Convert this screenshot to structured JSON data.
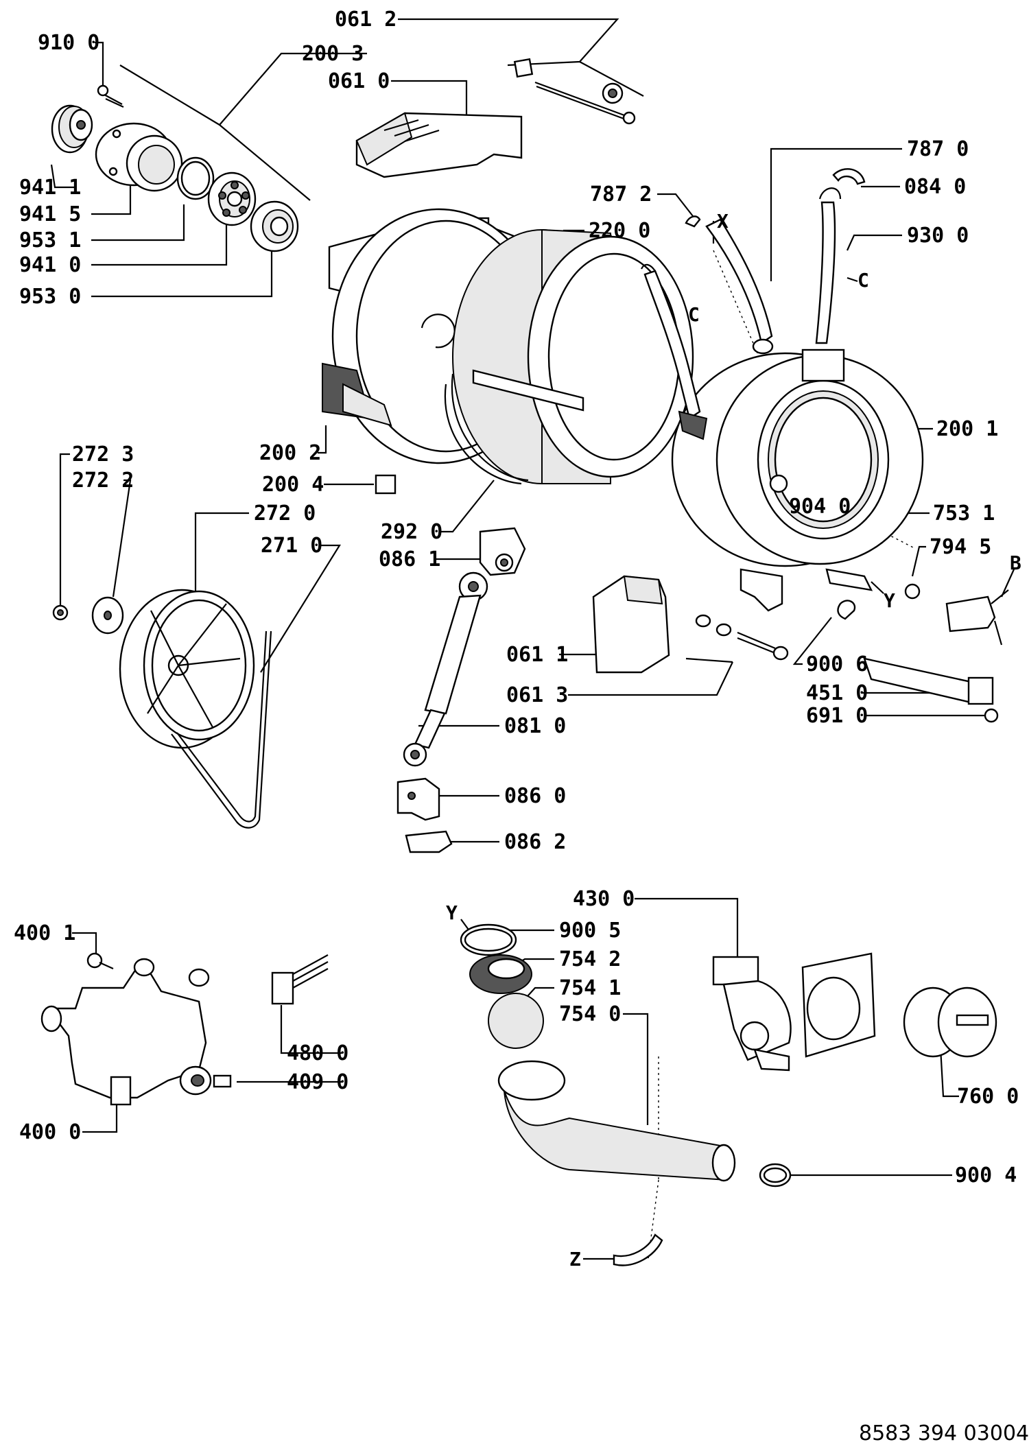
{
  "labels": {
    "p061_2": "061 2",
    "p200_3": "200 3",
    "p910_0": "910 0",
    "p061_0": "061 0",
    "p941_1": "941 1",
    "p941_5": "941 5",
    "p953_1": "953 1",
    "p941_0": "941 0",
    "p953_0": "953 0",
    "p787_0": "787 0",
    "p084_0": "084 0",
    "p787_2": "787 2",
    "p220_0": "220 0",
    "p930_0": "930 0",
    "p200_1": "200 1",
    "p200_2": "200 2",
    "p272_3": "272 3",
    "p272_2": "272 2",
    "p200_4": "200 4",
    "p272_0": "272 0",
    "p904_0": "904 0",
    "p753_1": "753 1",
    "p271_0": "271 0",
    "p292_0": "292 0",
    "p794_5": "794 5",
    "p086_1": "086 1",
    "p061_1": "061 1",
    "p900_6": "900 6",
    "p451_0": "451 0",
    "p061_3": "061 3",
    "p691_0": "691 0",
    "p081_0": "081 0",
    "p086_0": "086 0",
    "p086_2": "086 2",
    "p430_0": "430 0",
    "p400_1": "400 1",
    "p900_5": "900 5",
    "p754_2": "754 2",
    "p754_1": "754 1",
    "p754_0": "754 0",
    "p480_0": "480 0",
    "p409_0": "409 0",
    "p760_0": "760 0",
    "p400_0": "400 0",
    "p900_4": "900 4"
  },
  "markers": {
    "x": "X",
    "c1": "C",
    "c2": "C",
    "y1": "Y",
    "y2": "Y",
    "b": "B",
    "z": "Z"
  },
  "footer": {
    "doc_number": "8583 394 03004"
  }
}
